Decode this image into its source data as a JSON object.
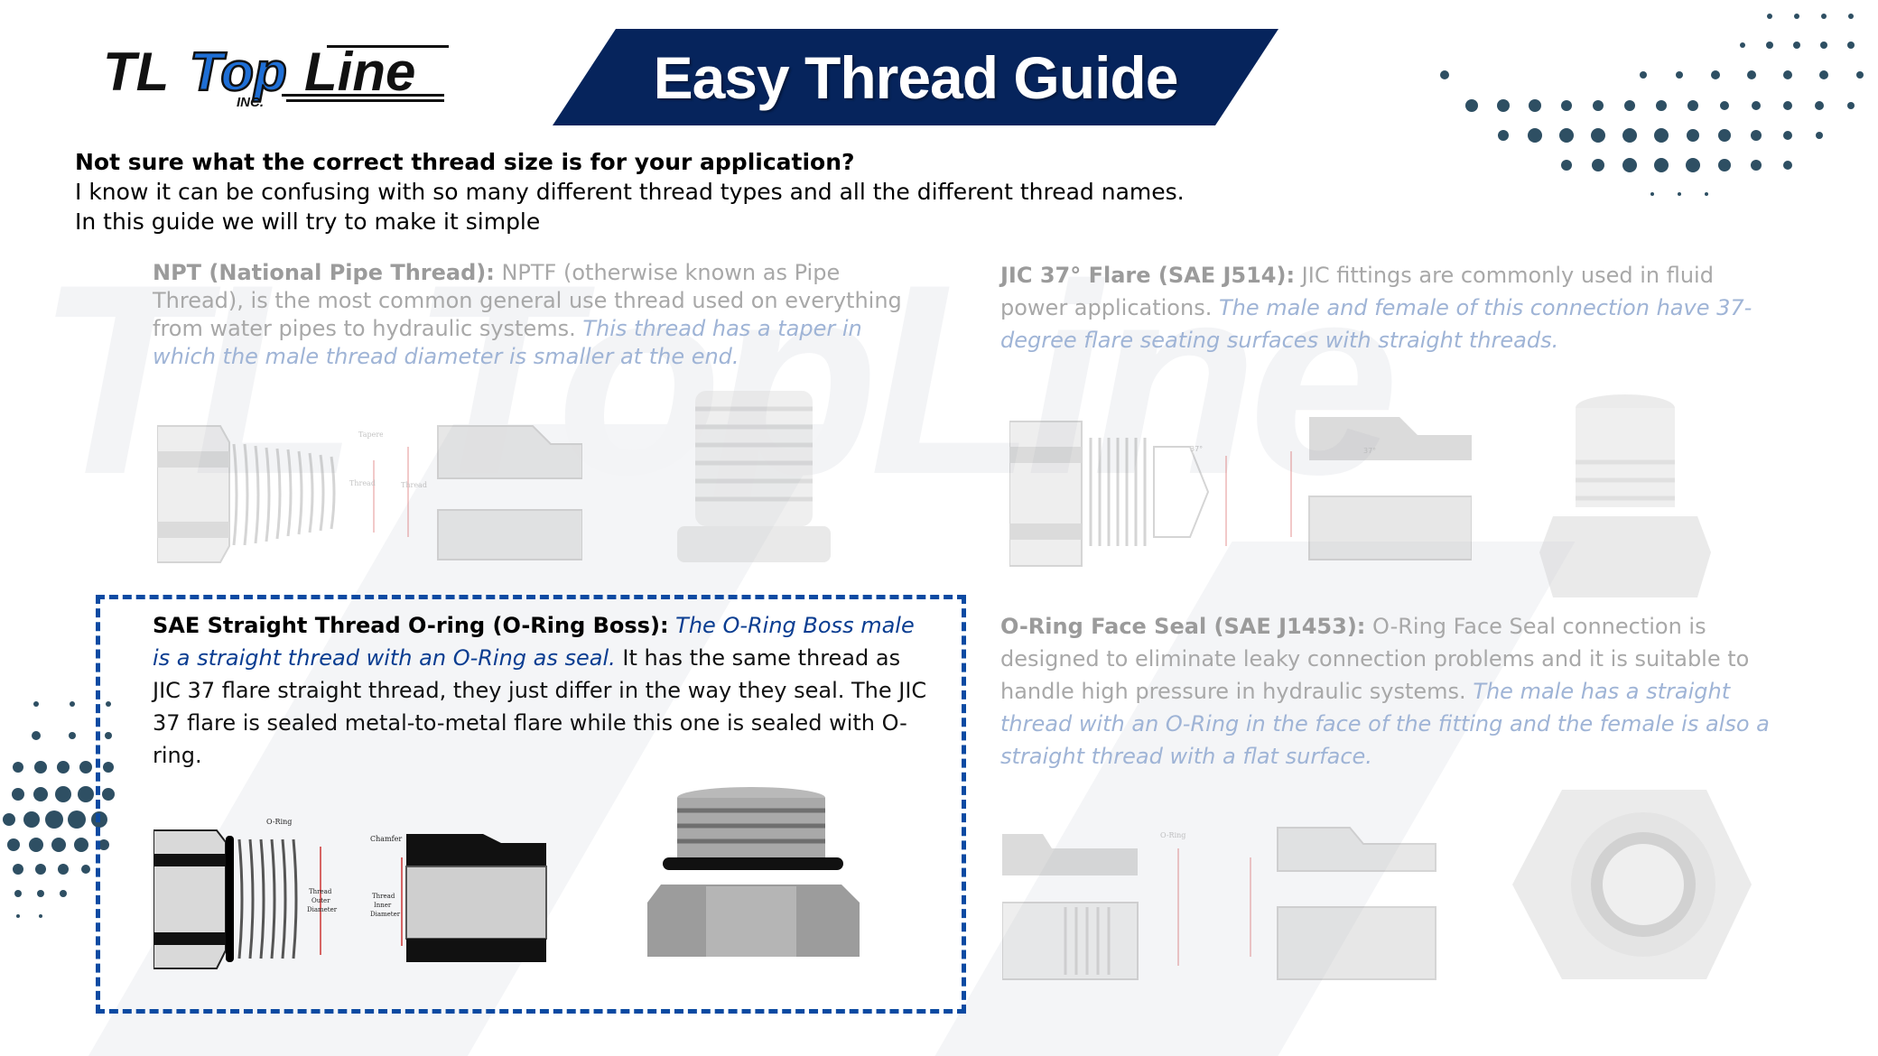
{
  "colors": {
    "banner": "#06245c",
    "accent_blue": "#0b4aa2",
    "logo_blue": "#1f6fd6",
    "dots": "#2e4f63",
    "faded_text": "#a8a8a8",
    "faded_emphasis": "#9fb4d6",
    "active_emphasis": "#0a3d91"
  },
  "header": {
    "logo_alt": "TL TopLine INC.",
    "title": "Easy Thread Guide"
  },
  "intro": {
    "question": "Not sure what the correct thread size is for your application?",
    "line1": "I know it can be confusing with so many different thread types and all the different thread names.",
    "line2": "In this guide we will try to make it simple"
  },
  "sections": {
    "npt": {
      "lead": "NPT (National Pipe Thread):",
      "body": " NPTF (otherwise known as Pipe Thread), is the most common general use thread used on everything from water pipes to hydraulic systems. ",
      "emphasis": "This thread has a taper in which the male thread diameter is smaller at the end."
    },
    "jic": {
      "lead": "JIC 37° Flare (SAE J514):",
      "body": " JIC fittings are commonly used in fluid power applications. ",
      "emphasis": "The male and female of this connection have 37-degree flare seating surfaces with straight threads."
    },
    "sae": {
      "lead": "SAE Straight Thread O-ring (O-Ring Boss):",
      "emphasis": " The O-Ring Boss male is a straight thread with an O-Ring as seal.",
      "body": " It has the same thread as JIC 37 flare straight thread, they just differ in the way they seal. The JIC 37 flare is sealed metal-to-metal flare while this one is sealed with O-ring."
    },
    "orfs": {
      "lead": "O-Ring Face Seal (SAE J1453):",
      "body": " O-Ring Face Seal connection is designed to eliminate leaky connection problems and it is suitable to handle high pressure in hydraulic systems. ",
      "emphasis": "The male has a straight thread with an O-Ring in the face of the fitting and the female is also a straight thread with a flat surface."
    }
  },
  "diagram_labels": {
    "tapered": "Tapered",
    "thread_outer": [
      "Thread",
      "Outer",
      "Diameter"
    ],
    "thread_inner": [
      "Thread",
      "Inner",
      "Diameter"
    ],
    "angle_37": "37°",
    "oring": "O-Ring",
    "chamfer": "Chamfer"
  },
  "watermark": "TL TopLine"
}
